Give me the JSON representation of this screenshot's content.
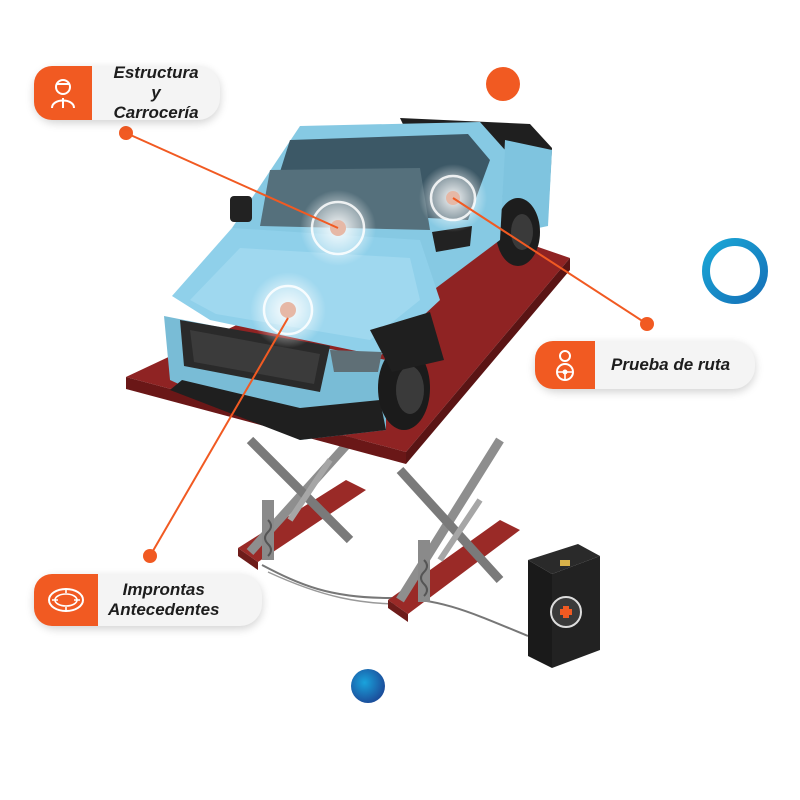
{
  "colors": {
    "accent": "#f15a22",
    "connector": "#f15a22",
    "truck_body": "#86c9e3",
    "lift_platform": "#8f2323",
    "ring_blue": "#1591c4",
    "pill_background": "#f4f4f4"
  },
  "callouts": [
    {
      "icon": "mechanic-icon",
      "lines": [
        "Estructura y",
        "Carrocería"
      ]
    },
    {
      "icon": "driver-wheel-icon",
      "lines": [
        "Prueba de ruta"
      ]
    },
    {
      "icon": "engine-stamp-icon",
      "lines": [
        "Improntas",
        "Antecedentes"
      ]
    }
  ],
  "decor": [
    "orange-dot",
    "blue-ring",
    "blue-dot"
  ]
}
